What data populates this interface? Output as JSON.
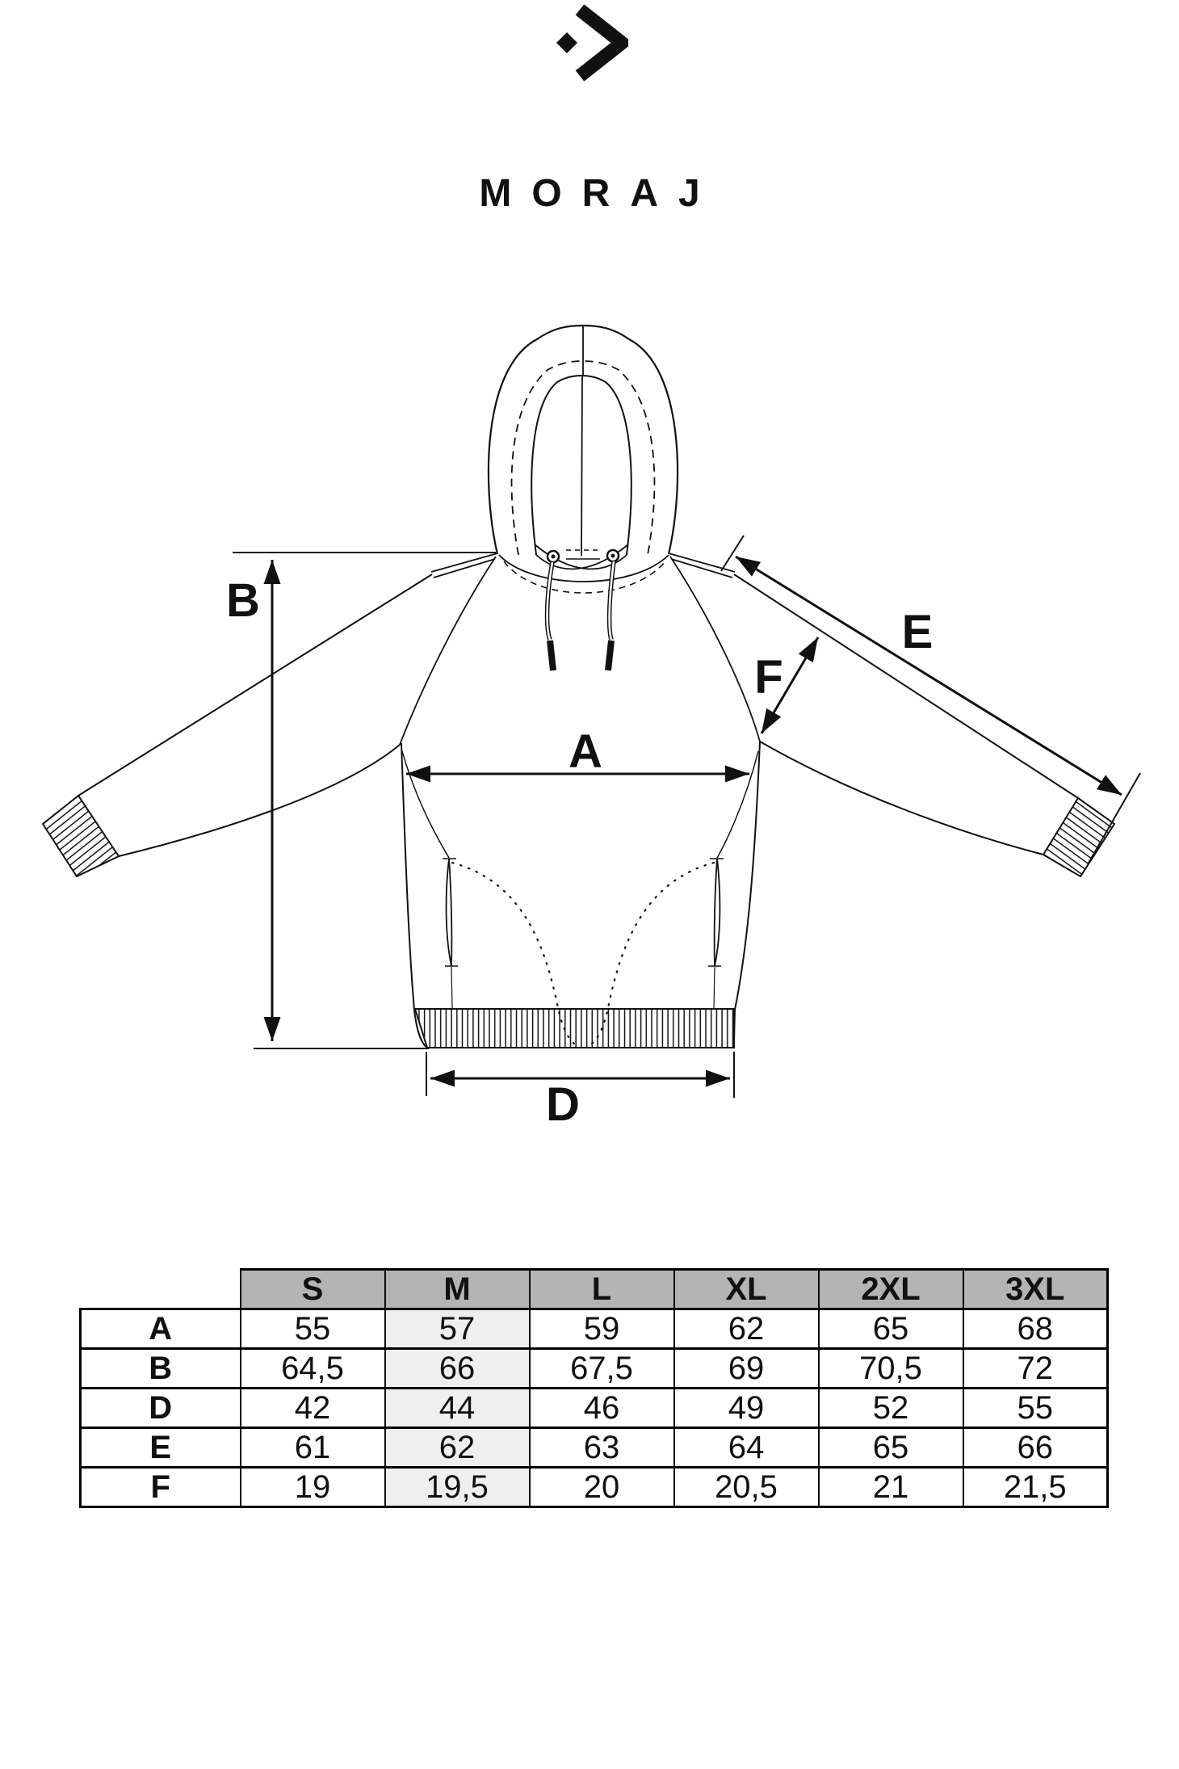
{
  "brand": {
    "name": "MORAJ",
    "logo_mark": "diamond-and-chevron-right",
    "color": "#111111"
  },
  "diagram": {
    "garment": "hooded sweatshirt front technical sketch",
    "labels": {
      "a": "A",
      "b": "B",
      "d": "D",
      "e": "E",
      "f": "F"
    }
  },
  "size_table": {
    "corner": "",
    "columns": [
      "S",
      "M",
      "L",
      "XL",
      "2XL",
      "3XL"
    ],
    "highlight_column_index": 1,
    "rows": [
      {
        "label": "A",
        "values": [
          "55",
          "57",
          "59",
          "62",
          "65",
          "68"
        ]
      },
      {
        "label": "B",
        "values": [
          "64,5",
          "66",
          "67,5",
          "69",
          "70,5",
          "72"
        ]
      },
      {
        "label": "D",
        "values": [
          "42",
          "44",
          "46",
          "49",
          "52",
          "55"
        ]
      },
      {
        "label": "E",
        "values": [
          "61",
          "62",
          "63",
          "64",
          "65",
          "66"
        ]
      },
      {
        "label": "F",
        "values": [
          "19",
          "19,5",
          "20",
          "20,5",
          "21",
          "21,5"
        ]
      }
    ],
    "colors": {
      "header_bg": "#b4b4b4",
      "highlight_bg": "#efefef",
      "border": "#000000"
    }
  }
}
